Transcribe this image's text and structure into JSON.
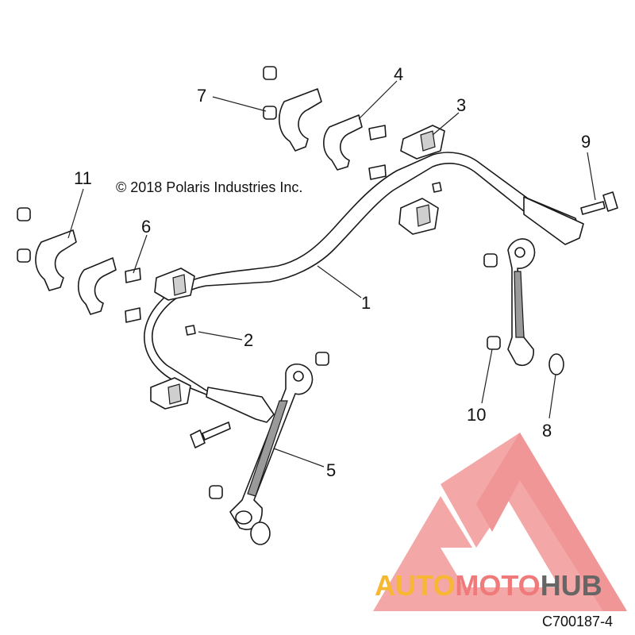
{
  "copyright": "© 2018 Polaris Industries Inc.",
  "diagram_id": "C700187-4",
  "callouts": {
    "c1": "1",
    "c2": "2",
    "c3": "3",
    "c4": "4",
    "c5": "5",
    "c6": "6",
    "c7": "7",
    "c8": "8",
    "c9": "9",
    "c10": "10",
    "c11": "11"
  },
  "watermark": {
    "part1": "AUTO",
    "part2": "MOTO",
    "part3": "HUB",
    "color_logo": "#f08a8a",
    "color_auto": "#f7b733",
    "color_moto": "#f07a7a",
    "color_hub": "#666666"
  }
}
